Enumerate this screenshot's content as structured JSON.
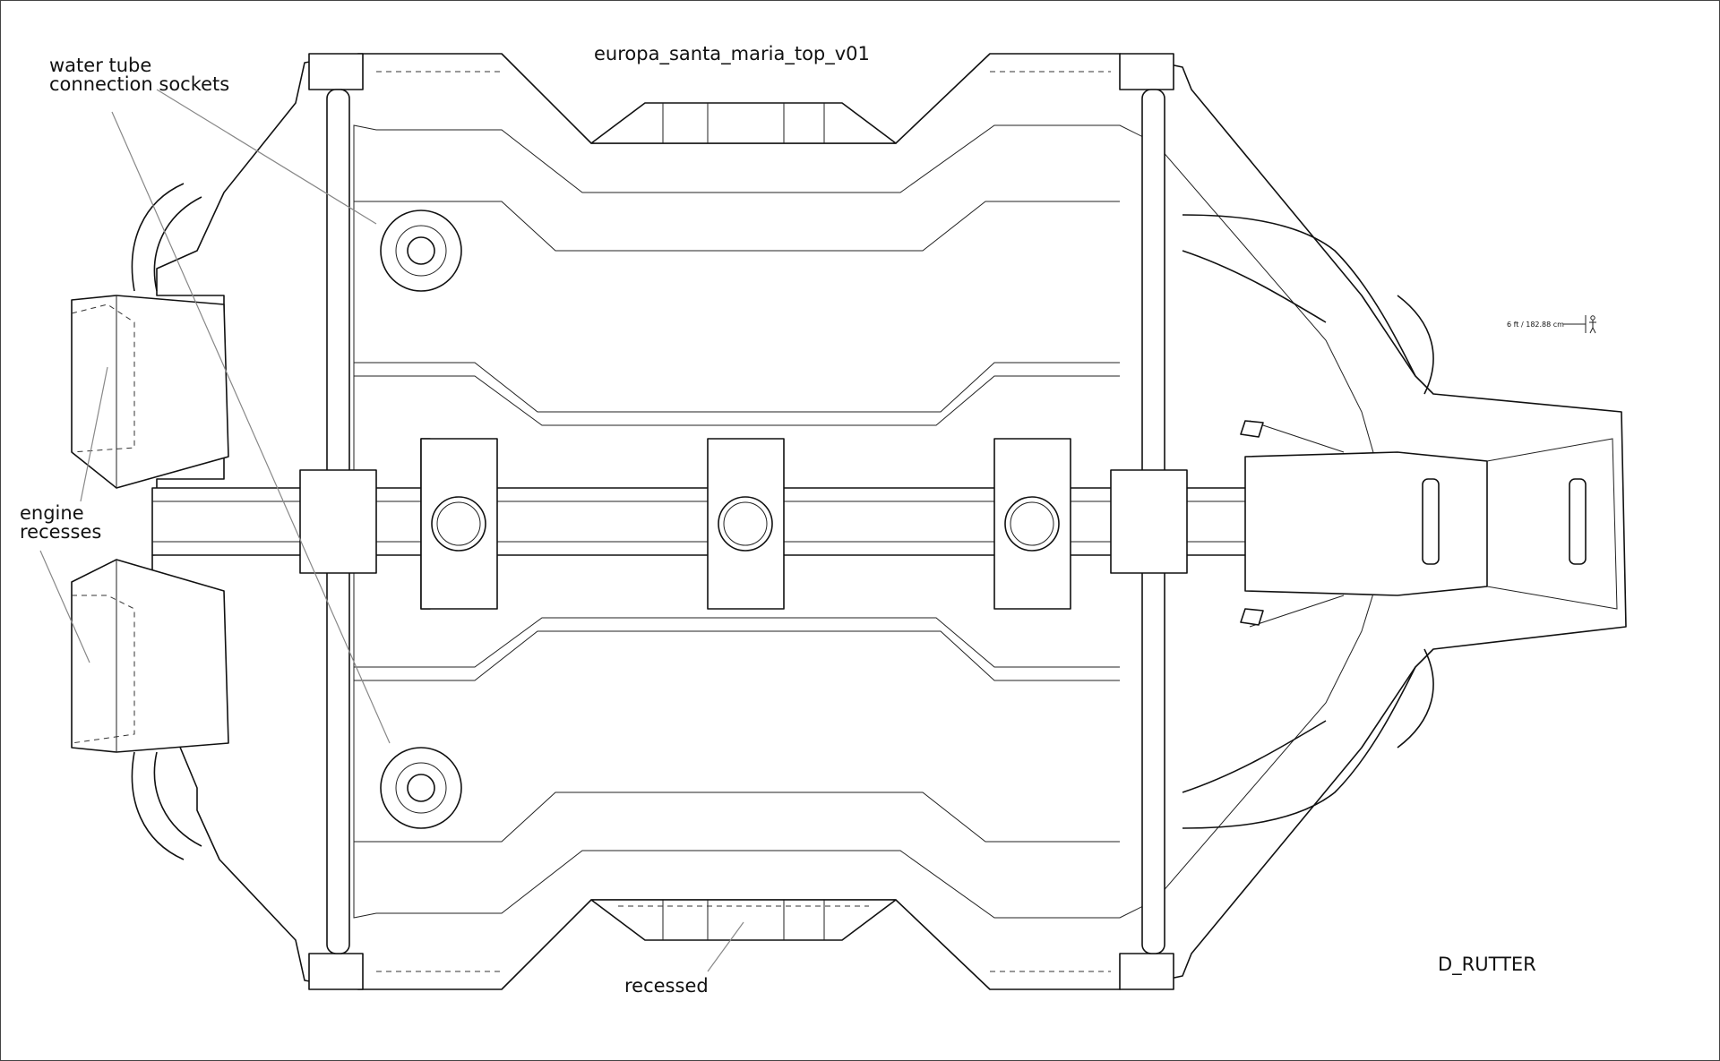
{
  "title": "europa_santa_maria_top_v01",
  "labels": {
    "water_tube_line1": "water tube",
    "water_tube_line2": "connection sockets",
    "engine_line1": "engine",
    "engine_line2": "recesses",
    "recessed": "recessed",
    "author": "D_RUTTER",
    "scale": "6 ft / 182.88 cm"
  },
  "icons": {
    "scale_figure": "human-figure-icon"
  },
  "colors": {
    "line": "#111111",
    "leader": "#888888",
    "background": "#ffffff"
  }
}
